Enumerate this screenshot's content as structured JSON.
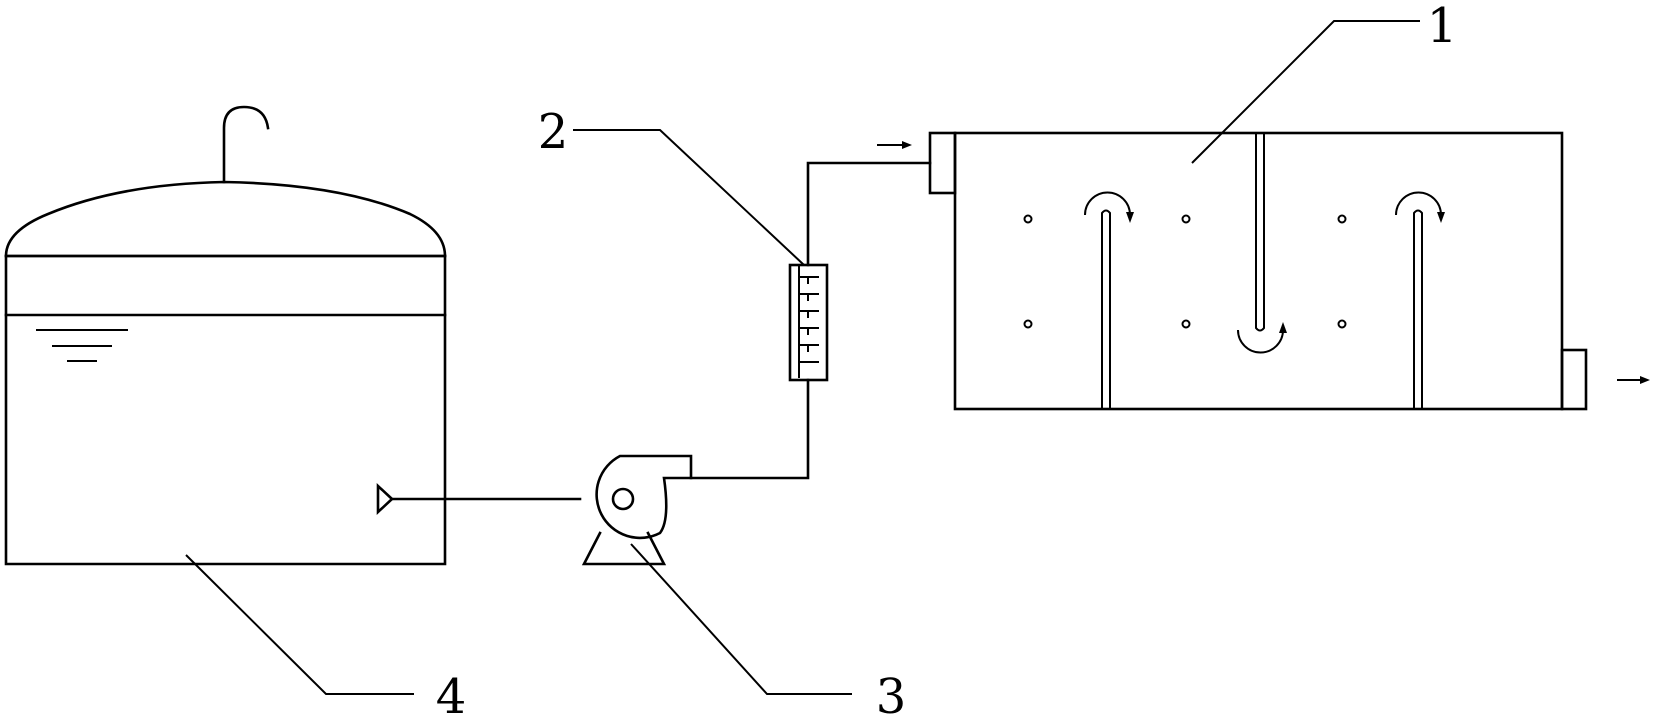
{
  "labels": {
    "one": "1",
    "two": "2",
    "three": "3",
    "four": "4"
  },
  "parts": [
    {
      "id": "reactor-tank",
      "label": "1"
    },
    {
      "id": "flow-meter",
      "label": "2"
    },
    {
      "id": "pump",
      "label": "3"
    },
    {
      "id": "storage-tank",
      "label": "4"
    }
  ],
  "colors": {
    "line": "#000000",
    "background": "#ffffff"
  }
}
